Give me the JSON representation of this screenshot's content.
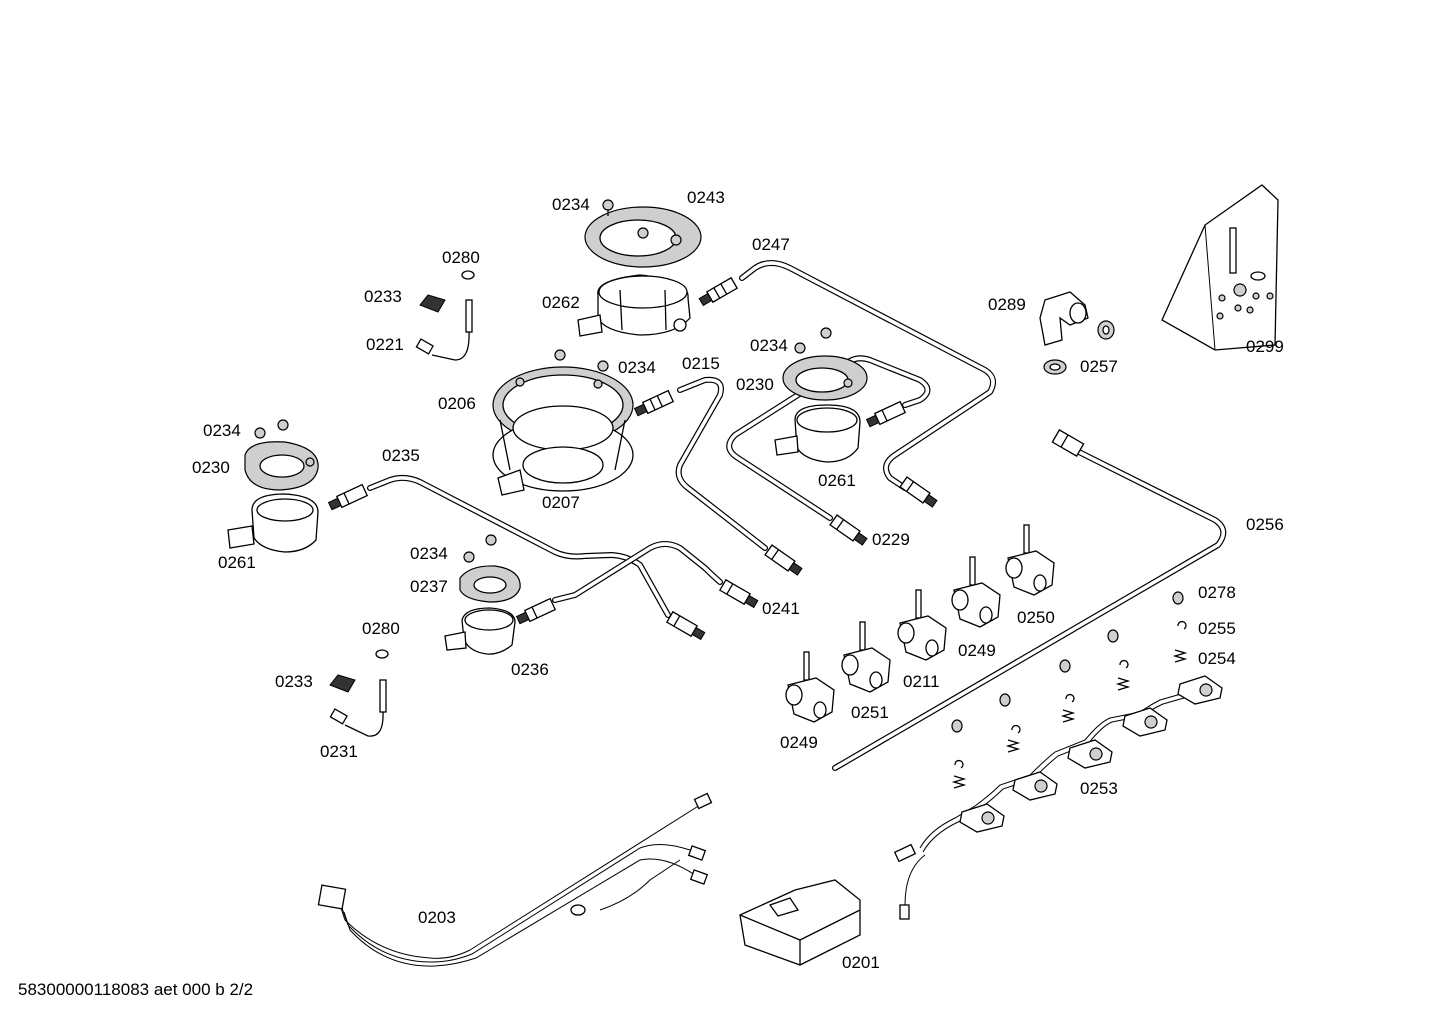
{
  "labels": {
    "l0234_top": "0234",
    "l0243": "0243",
    "l0247": "0247",
    "l0280_top": "0280",
    "l0233_top": "0233",
    "l0262": "0262",
    "l0221": "0221",
    "l0234_mid": "0234",
    "l0215": "0215",
    "l0234_right": "0234",
    "l0230_right": "0230",
    "l0206": "0206",
    "l0234_left": "0234",
    "l0230_left": "0230",
    "l0235": "0235",
    "l0207": "0207",
    "l0261_right": "0261",
    "l0229": "0229",
    "l0261_left": "0261",
    "l0234_low": "0234",
    "l0237": "0237",
    "l0241": "0241",
    "l0280_low": "0280",
    "l0236": "0236",
    "l0233_low": "0233",
    "l0231": "0231",
    "l0289": "0289",
    "l0257": "0257",
    "l0299": "0299",
    "l0256": "0256",
    "l0250": "0250",
    "l0278": "0278",
    "l0255": "0255",
    "l0249_right": "0249",
    "l0254": "0254",
    "l0211": "0211",
    "l0251": "0251",
    "l0249_left": "0249",
    "l0253": "0253",
    "l0203": "0203",
    "l0201": "0201"
  },
  "footer": "58300000118083 aet 000 b 2/2"
}
